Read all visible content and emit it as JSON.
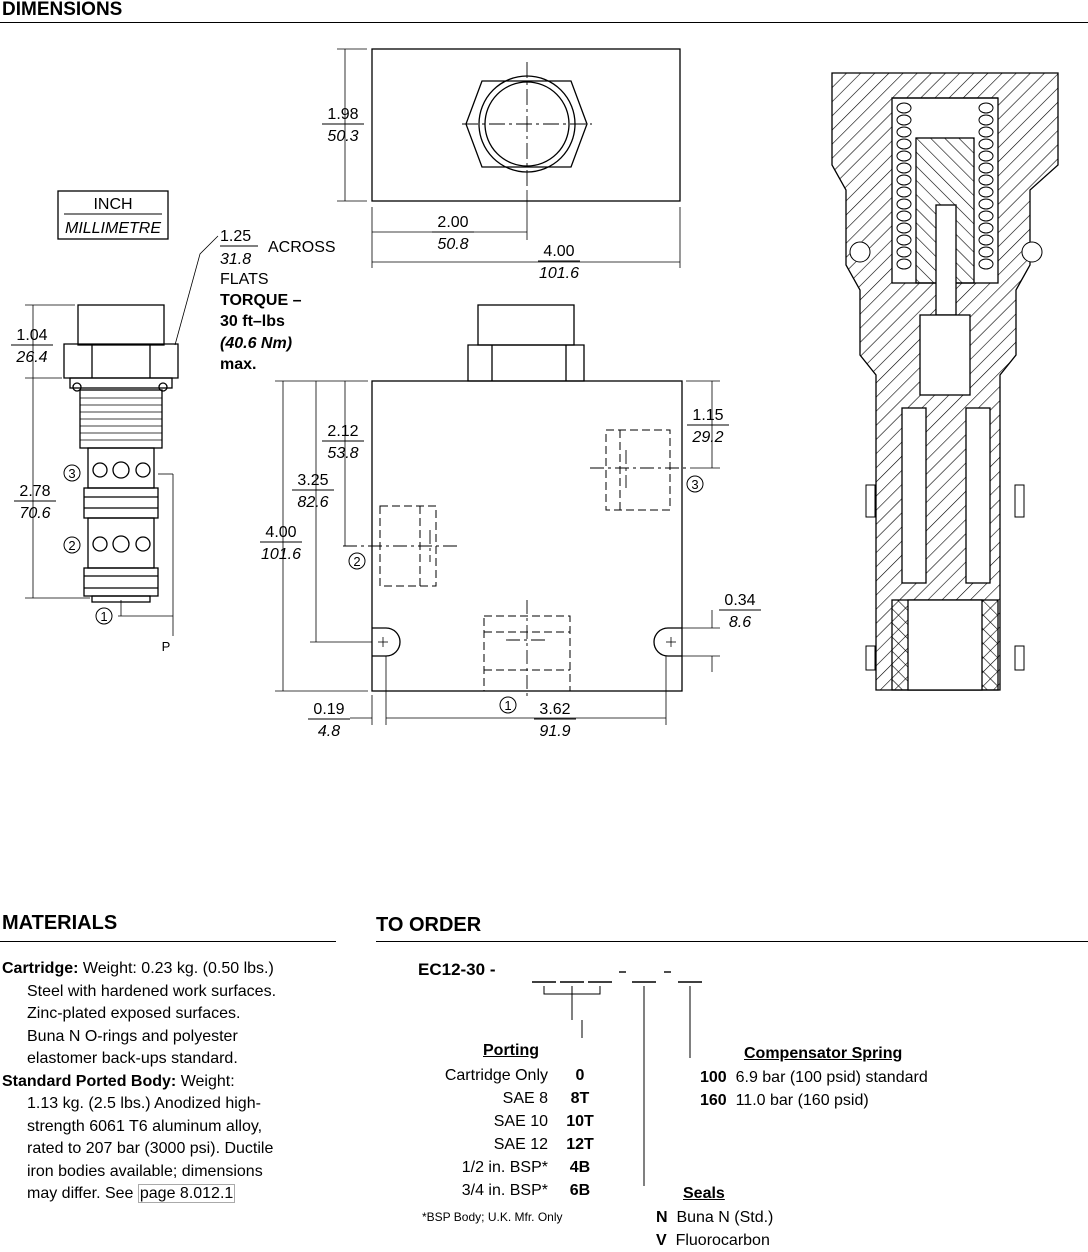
{
  "dimensions": {
    "heading": "DIMENSIONS",
    "legend": {
      "top": "INCH",
      "bottom": "MILLIMETRE"
    },
    "hex_note": {
      "inch": "1.25",
      "mm": "31.8",
      "across": "ACROSS",
      "flats": "FLATS",
      "torque1": "TORQUE –",
      "torque2": "30 ft–lbs",
      "torque3": "(40.6 Nm)",
      "torque4": "max."
    },
    "dims": [
      {
        "inch": "1.98",
        "mm": "50.3"
      },
      {
        "inch": "2.00",
        "mm": "50.8"
      },
      {
        "inch": "4.00",
        "mm": "101.6"
      },
      {
        "inch": "1.04",
        "mm": "26.4"
      },
      {
        "inch": "2.78",
        "mm": "70.6"
      },
      {
        "inch": "2.12",
        "mm": "53.8"
      },
      {
        "inch": "3.25",
        "mm": "82.6"
      },
      {
        "inch": "4.00",
        "mm": "101.6"
      },
      {
        "inch": "1.15",
        "mm": "29.2"
      },
      {
        "inch": "0.34",
        "mm": "8.6"
      },
      {
        "inch": "0.19",
        "mm": "4.8"
      },
      {
        "inch": "3.62",
        "mm": "91.9"
      }
    ],
    "port_labels": [
      "1",
      "2",
      "3"
    ],
    "p_label": "P"
  },
  "materials": {
    "heading": "MATERIALS",
    "cartridge_label": "Cartridge:",
    "cartridge_first": "Weight: 0.23 kg. (0.50 lbs.)",
    "cartridge_lines": [
      "Steel with hardened work surfaces.",
      "Zinc-plated exposed surfaces.",
      "Buna N O-rings and polyester",
      "elastomer back-ups standard."
    ],
    "body_label": "Standard Ported Body:",
    "body_first": "Weight:",
    "body_lines": [
      "1.13 kg. (2.5 lbs.) Anodized high-",
      "strength 6061 T6 aluminum alloy,",
      "rated to 207 bar (3000 psi). Ductile",
      "iron bodies available; dimensions"
    ],
    "body_last_prefix": "may differ. See ",
    "body_link": "page 8.012.1"
  },
  "order": {
    "heading": "TO ORDER",
    "code": "EC12-30 -",
    "porting": {
      "title": "Porting",
      "options": [
        {
          "label": "Cartridge Only",
          "code": "0"
        },
        {
          "label": "SAE 8",
          "code": "8T"
        },
        {
          "label": "SAE 10",
          "code": "10T"
        },
        {
          "label": "SAE 12",
          "code": "12T"
        },
        {
          "label": "1/2 in. BSP*",
          "code": "4B"
        },
        {
          "label": "3/4 in. BSP*",
          "code": "6B"
        }
      ],
      "footnote": "*BSP Body; U.K. Mfr. Only"
    },
    "seals": {
      "title": "Seals",
      "options": [
        {
          "code": "N",
          "label": "Buna N (Std.)"
        },
        {
          "code": "V",
          "label": "Fluorocarbon"
        }
      ]
    },
    "spring": {
      "title": "Compensator Spring",
      "options": [
        {
          "code": "100",
          "label": "6.9 bar (100 psid) standard"
        },
        {
          "code": "160",
          "label": "11.0 bar (160 psid)"
        }
      ]
    }
  }
}
